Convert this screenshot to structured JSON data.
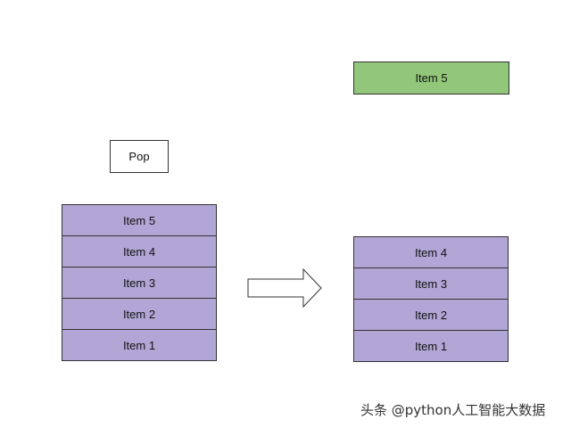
{
  "colors": {
    "stack_item_fill": "#b1a6d6",
    "popped_item_fill": "#92c67b",
    "pop_box_fill": "#ffffff",
    "border": "#333333"
  },
  "pop_label": "Pop",
  "popped_item": "Item 5",
  "left_stack": {
    "items": [
      "Item 5",
      "Item 4",
      "Item 3",
      "Item 2",
      "Item 1"
    ]
  },
  "right_stack": {
    "items": [
      "Item 4",
      "Item 3",
      "Item 2",
      "Item 1"
    ]
  },
  "arrow_icon": "right-arrow-icon",
  "watermark": "头条 @python人工智能大数据"
}
